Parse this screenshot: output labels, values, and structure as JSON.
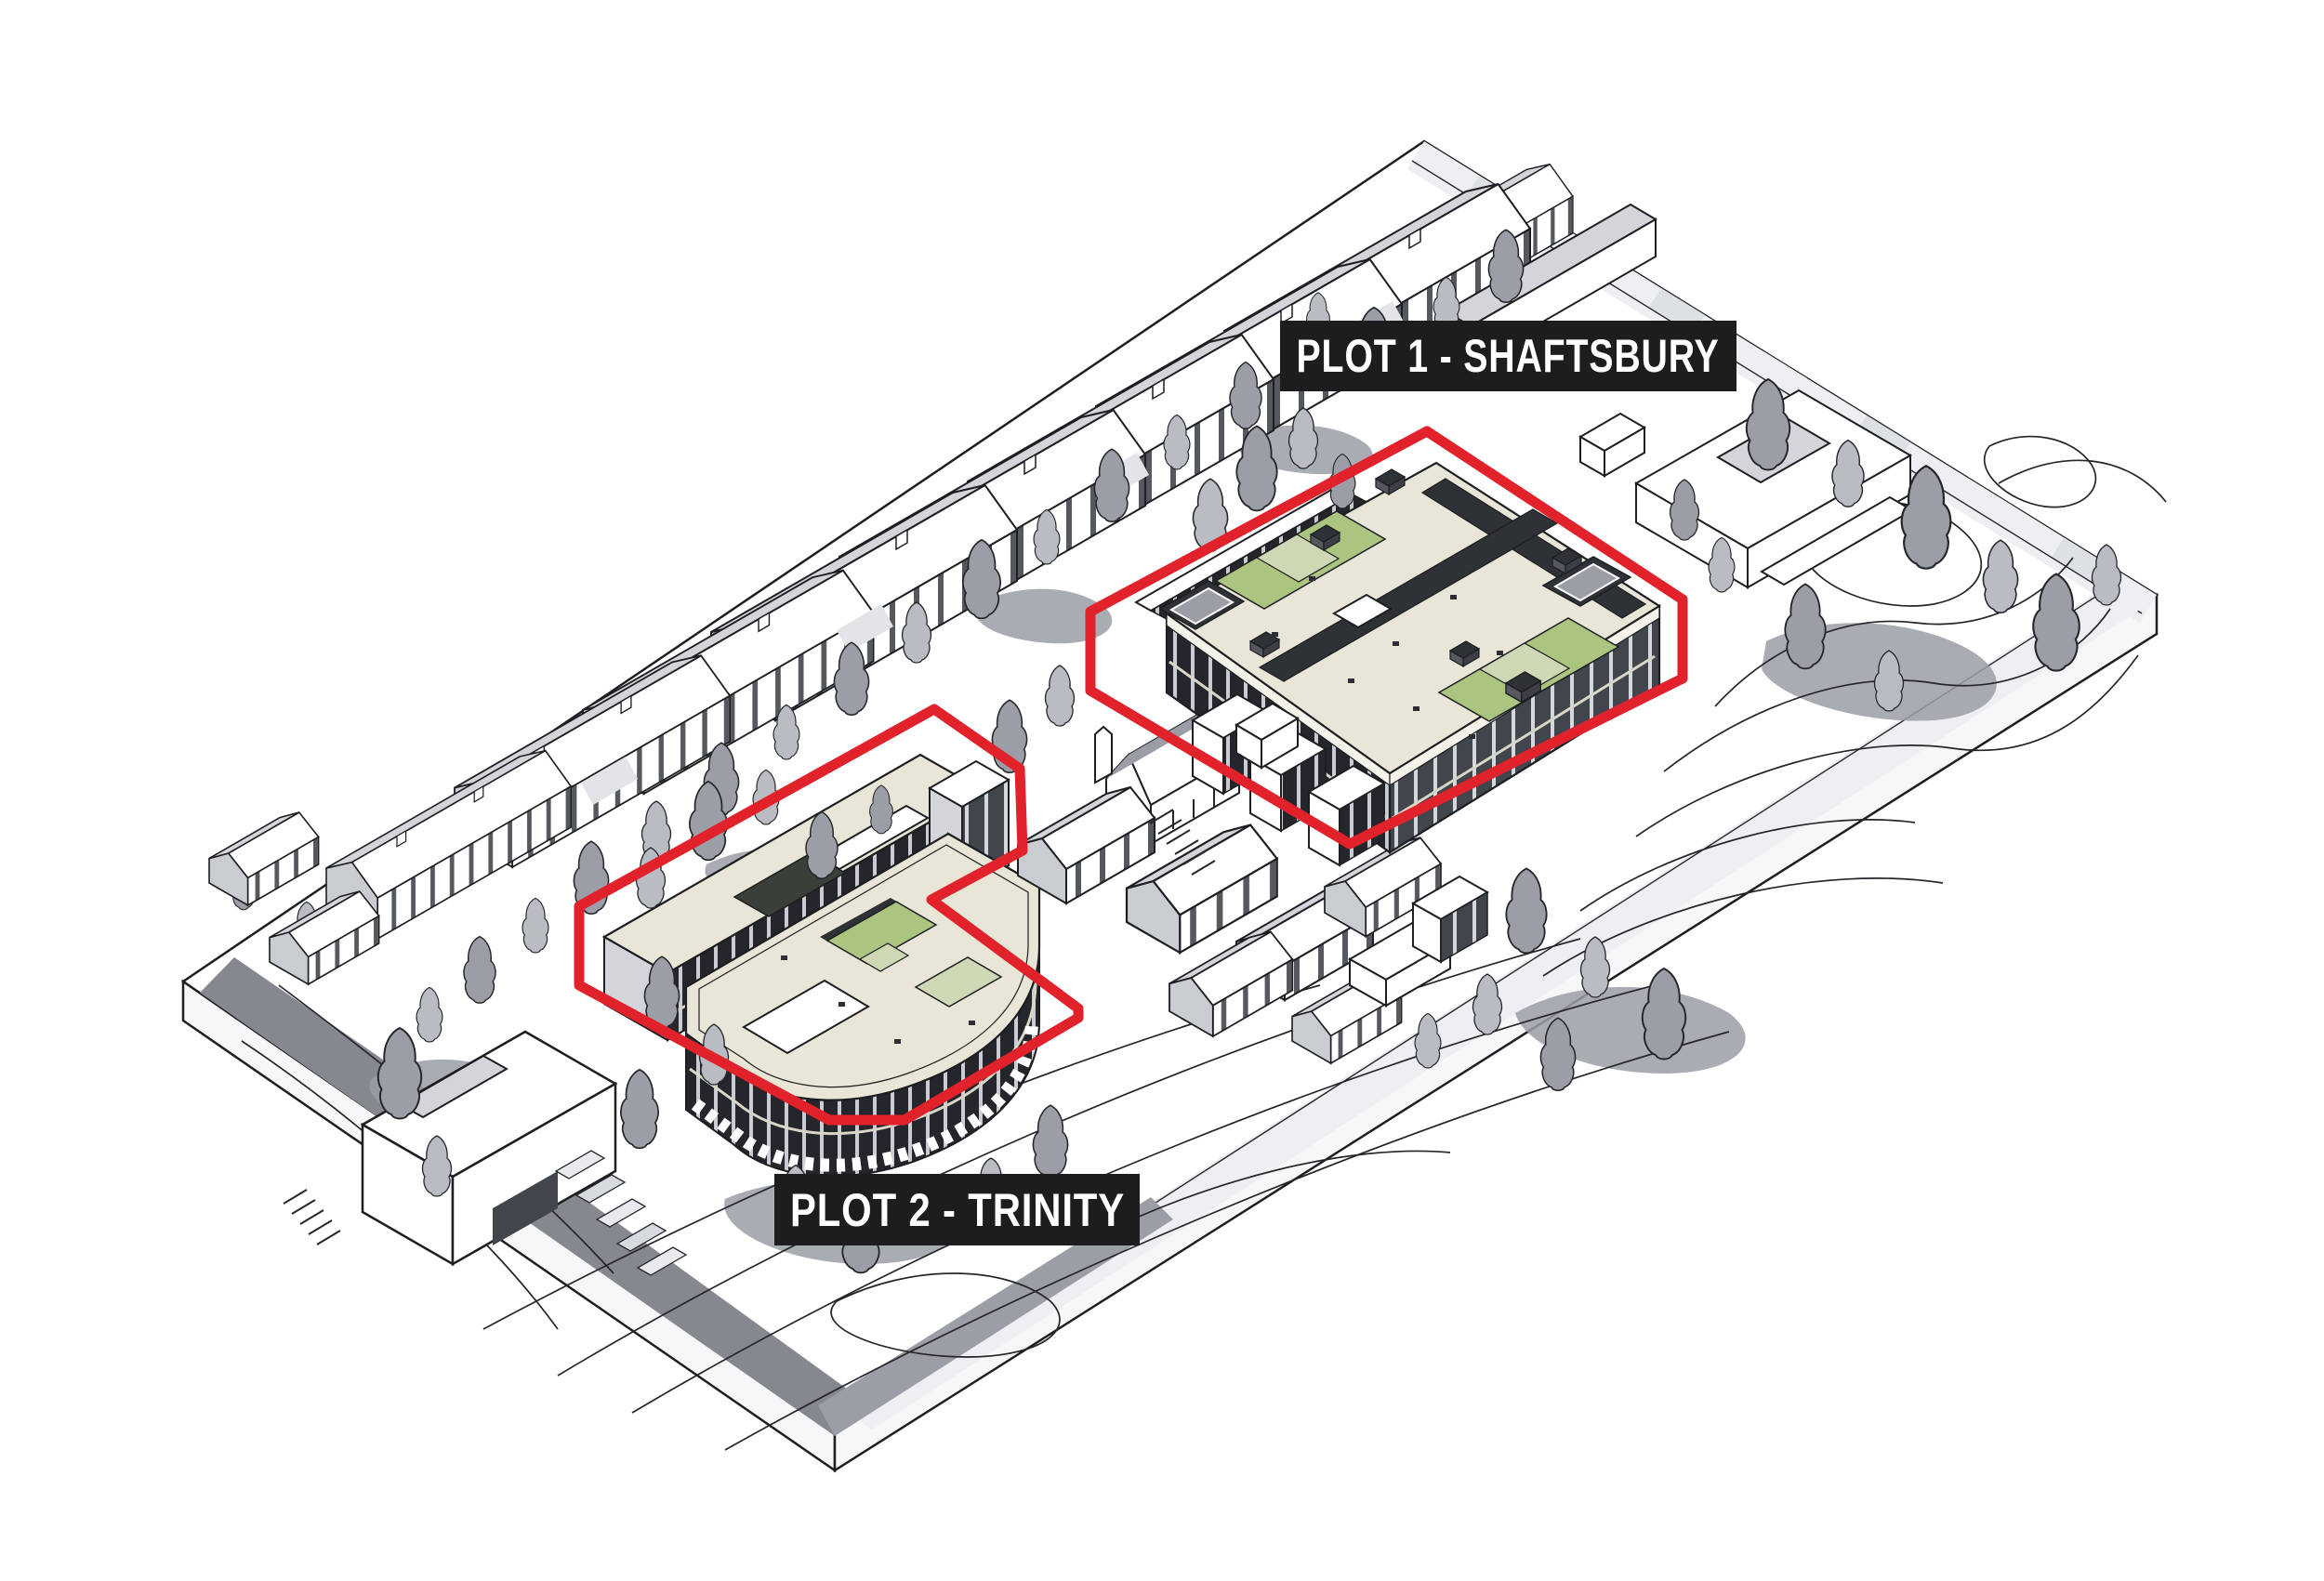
{
  "title": "Masterplan axonometric - development plots",
  "drawing": {
    "type": "axonometric-site-diagram",
    "description": "Isometric line drawing of an urban block on a raised base slab, two development plots outlined in red with black name labels, surrounded by terraced housing, trees and contour landscape"
  },
  "plots": [
    {
      "id": "plot-1",
      "label": "PLOT 1 - SHAFTSBURY"
    },
    {
      "id": "plot-2",
      "label": "PLOT 2 - TRINITY"
    }
  ],
  "colors": {
    "background": "#ffffff",
    "line_black": "#1c1e21",
    "outline_red": "#e1222a",
    "label_bg": "#1d1d1f",
    "label_text": "#ffffff",
    "roof_cream": "#e9e6d7",
    "roof_cream_dark": "#d9d6c8",
    "courtyard_green": "#abc47f",
    "courtyard_green_light": "#ced8b4",
    "facade_dark": "#24262b",
    "facade_mid": "#41454c",
    "context_grey": "#9b9ea6",
    "context_grey_dark": "#85888f",
    "light_grey": "#d3d5da",
    "pale_grey": "#edeff2",
    "slab_side": "#f6f7f9"
  }
}
